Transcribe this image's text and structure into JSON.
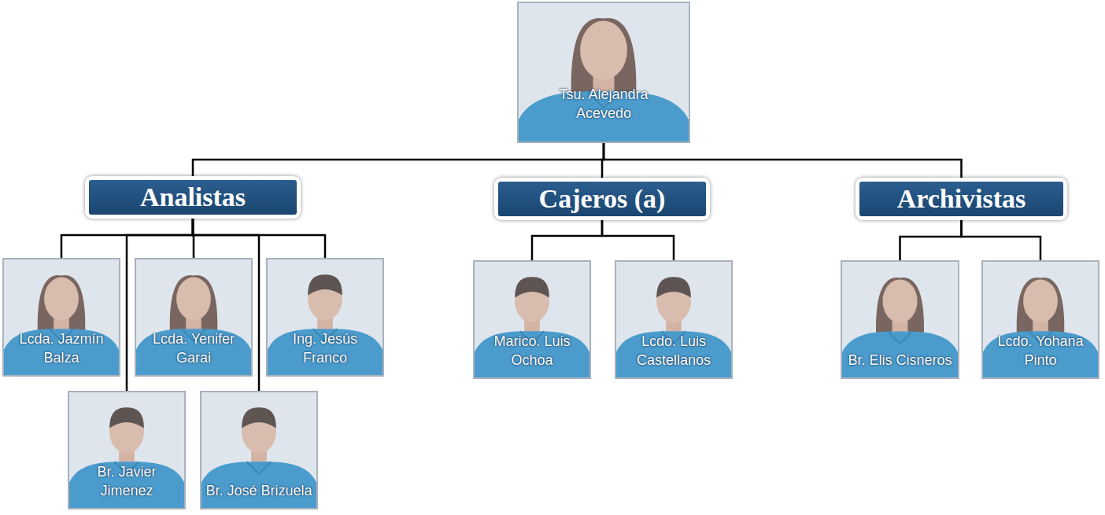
{
  "diagram": {
    "nodes": [
      {
        "text": [
          "Tsu. Alejandra Acevedo"
        ]
      },
      {
        "text": [
          "Analistas"
        ]
      },
      {
        "text": [
          "Cajeros (a)"
        ]
      },
      {
        "text": [
          "Archivistas"
        ]
      },
      {
        "text": [
          "Lcda. Jazmín Balza"
        ]
      },
      {
        "text": [
          "Lcda. Yenifer Garai"
        ]
      },
      {
        "text": [
          "Ing. Jesús Franco"
        ]
      },
      {
        "text": [
          "Br. Javier Jimenez"
        ]
      },
      {
        "text": [
          "Br. José Brizuela"
        ]
      },
      {
        "text": [
          "Marico. Luis Ochoa"
        ]
      },
      {
        "text": [
          "Lcdo. Luis Castellanos"
        ]
      },
      {
        "text": [
          "Br. Elis Cisneros"
        ]
      },
      {
        "text": [
          "Lcdo. Yohana Pinto"
        ]
      }
    ],
    "edges": [
      {
        "from": 0,
        "to": 1,
        "arrow": "none"
      },
      {
        "from": 0,
        "to": 2,
        "arrow": "none"
      },
      {
        "from": 0,
        "to": 3,
        "arrow": "none"
      },
      {
        "from": 1,
        "to": 4,
        "arrow": "none"
      },
      {
        "from": 1,
        "to": 5,
        "arrow": "none"
      },
      {
        "from": 1,
        "to": 6,
        "arrow": "none"
      },
      {
        "from": 1,
        "to": 7,
        "arrow": "none"
      },
      {
        "from": 1,
        "to": 8,
        "arrow": "none"
      },
      {
        "from": 2,
        "to": 9,
        "arrow": "none"
      },
      {
        "from": 2,
        "to": 10,
        "arrow": "none"
      },
      {
        "from": 3,
        "to": 11,
        "arrow": "none"
      },
      {
        "from": 3,
        "to": 12,
        "arrow": "none"
      }
    ]
  }
}
